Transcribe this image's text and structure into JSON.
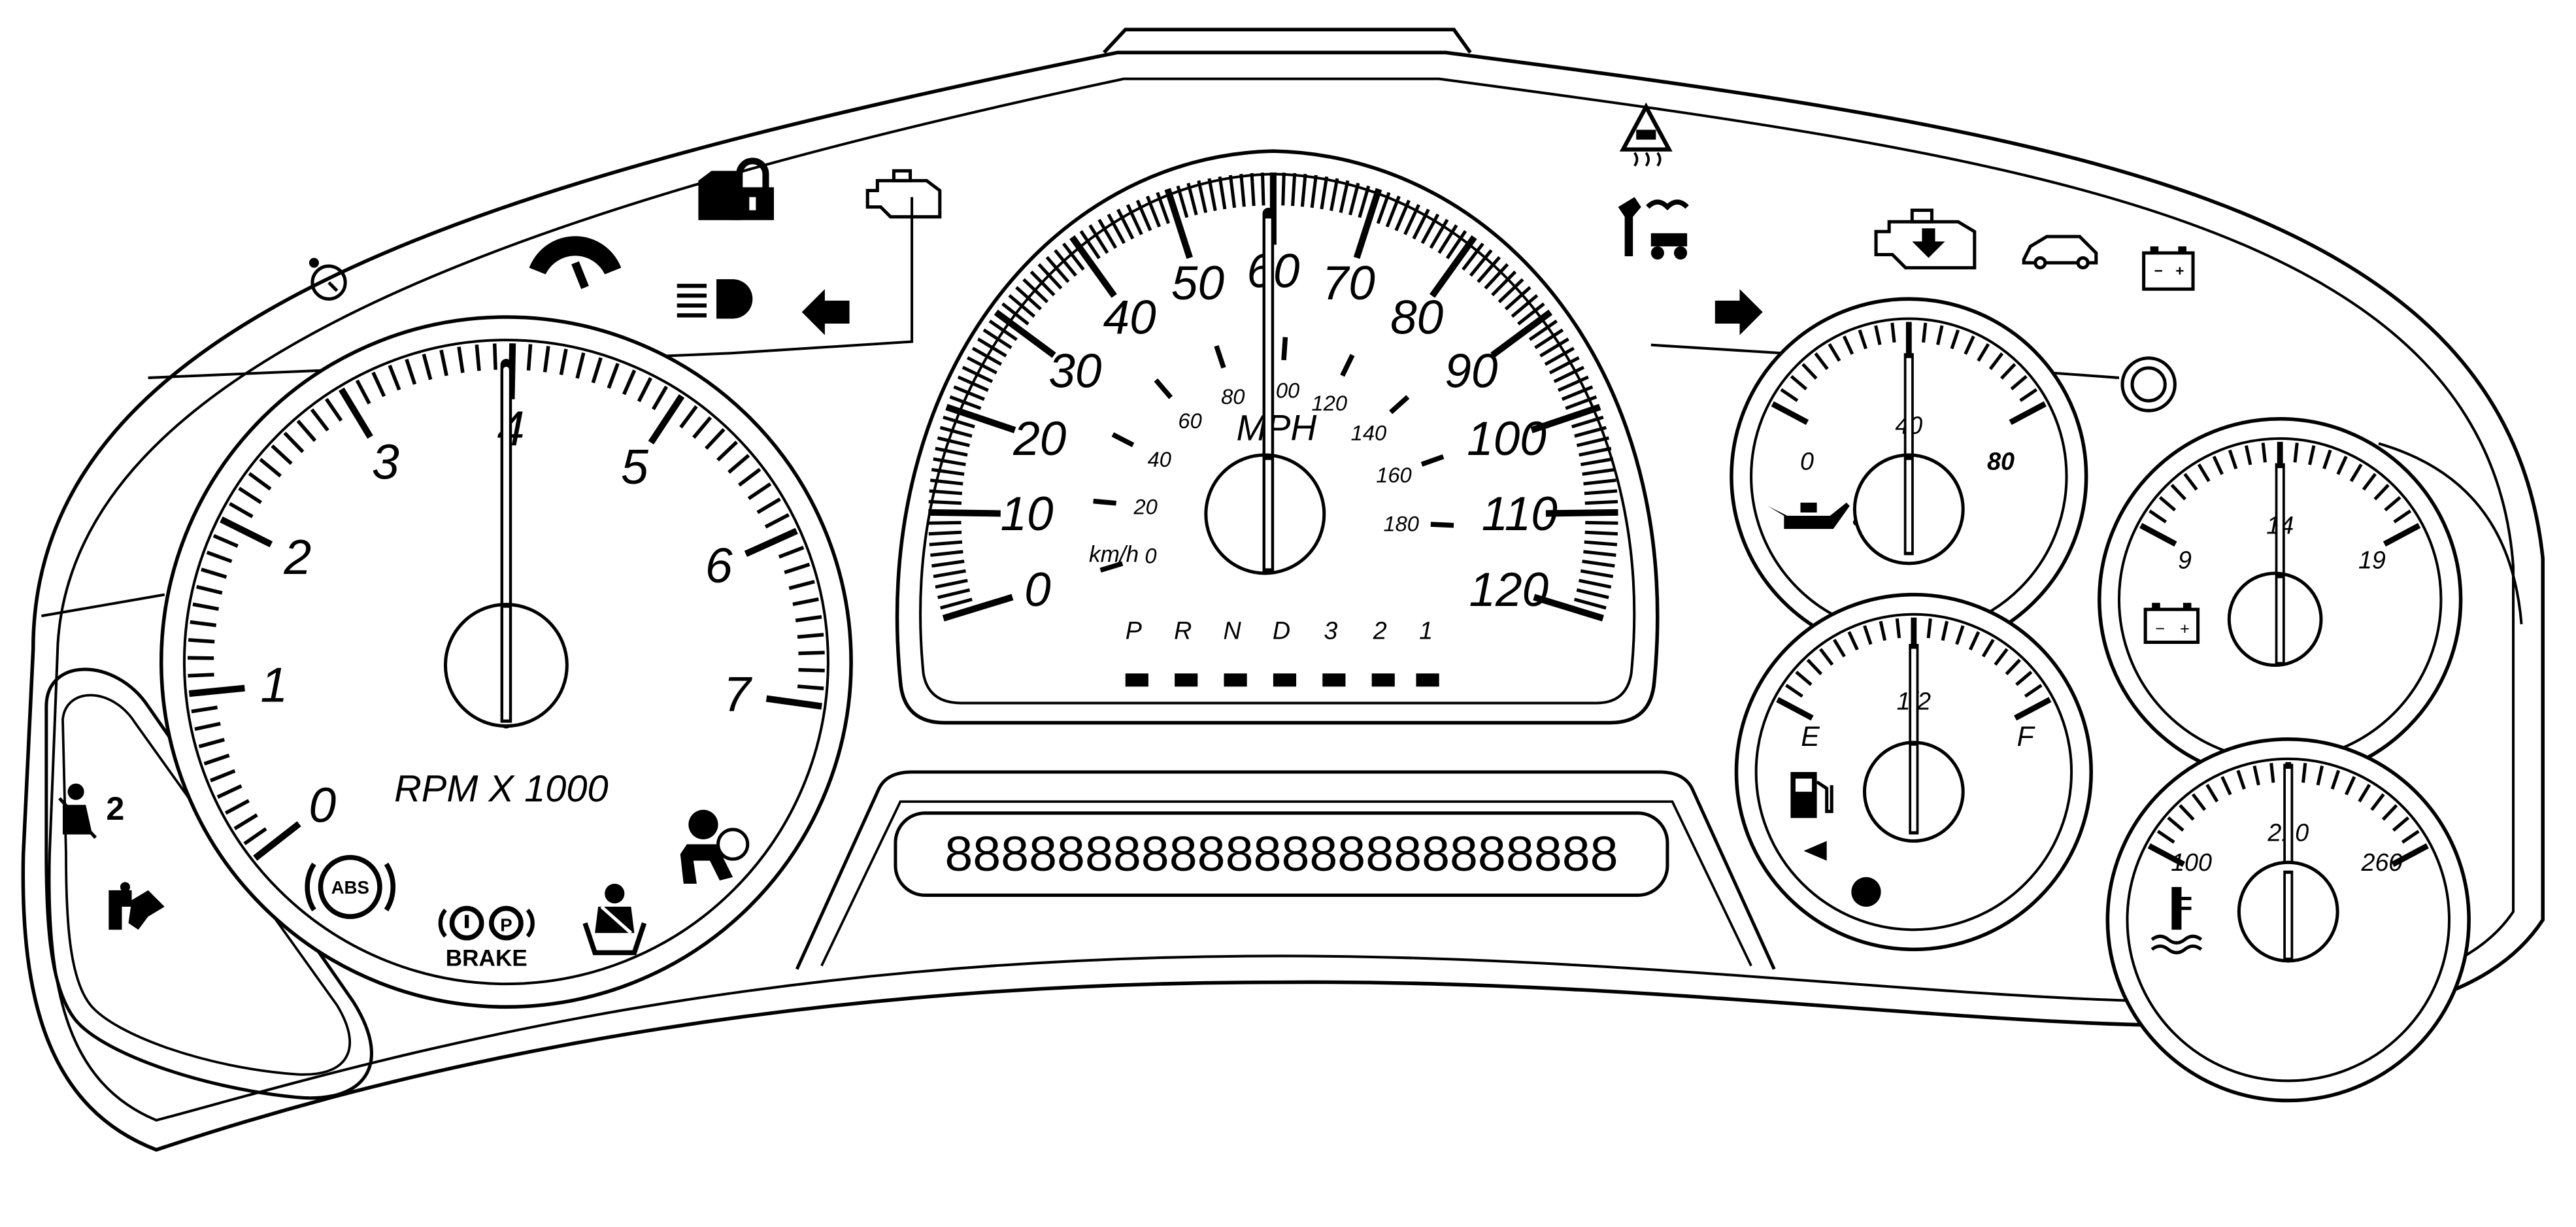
{
  "tachometer": {
    "labels": [
      "0",
      "1",
      "2",
      "3",
      "4",
      "5",
      "6",
      "7"
    ],
    "caption": "RPM X 1000",
    "reading": 4
  },
  "speedometer": {
    "mph_labels": [
      "0",
      "10",
      "20",
      "30",
      "40",
      "50",
      "60",
      "70",
      "80",
      "90",
      "100",
      "110",
      "120"
    ],
    "kmh_labels": [
      "0",
      "20",
      "40",
      "60",
      "80",
      "100",
      "120",
      "140",
      "160",
      "180"
    ],
    "unit_label": "MPH",
    "kmh_unit_label": "km/h",
    "reading_mph": 60
  },
  "prndl": {
    "gears": [
      "P",
      "R",
      "N",
      "D",
      "3",
      "2",
      "1"
    ]
  },
  "odometer_display": {
    "text": "888888888888888888888888"
  },
  "oil_pressure_gauge": {
    "labels": [
      "0",
      "40",
      "80"
    ],
    "reading": 40
  },
  "voltmeter": {
    "labels": [
      "9",
      "14",
      "19"
    ],
    "reading": 14
  },
  "fuel_gauge": {
    "labels": [
      "E",
      "1/2",
      "F"
    ],
    "reading_fraction": 0.5
  },
  "temperature_gauge": {
    "labels": [
      "100",
      "210",
      "260"
    ],
    "reading": 210
  },
  "warning_lights": {
    "abs_text": "ABS",
    "brake_text": "BRAKE",
    "park_text": "P",
    "passenger_airbag_text": "2",
    "battery_minus": "−",
    "battery_plus": "+",
    "icons": [
      "cruise-control-icon",
      "oil-pressure-warning-icon",
      "security-lock-icon",
      "check-engine-icon",
      "headlamp-high-beam-icon",
      "left-turn-signal-icon",
      "traction-control-icon",
      "service-vehicle-icon",
      "reduced-engine-power-icon",
      "door-ajar-icon",
      "charging-system-icon",
      "fog-lamp-indicator-icon",
      "right-turn-signal-icon",
      "seatbelt-icon",
      "airbag-icon",
      "abs-icon",
      "brake-icon",
      "passenger-airbag-off-icon",
      "auto-4wd-icon",
      "oil-can-icon",
      "fuel-pump-icon",
      "coolant-temperature-icon",
      "battery-icon"
    ]
  }
}
